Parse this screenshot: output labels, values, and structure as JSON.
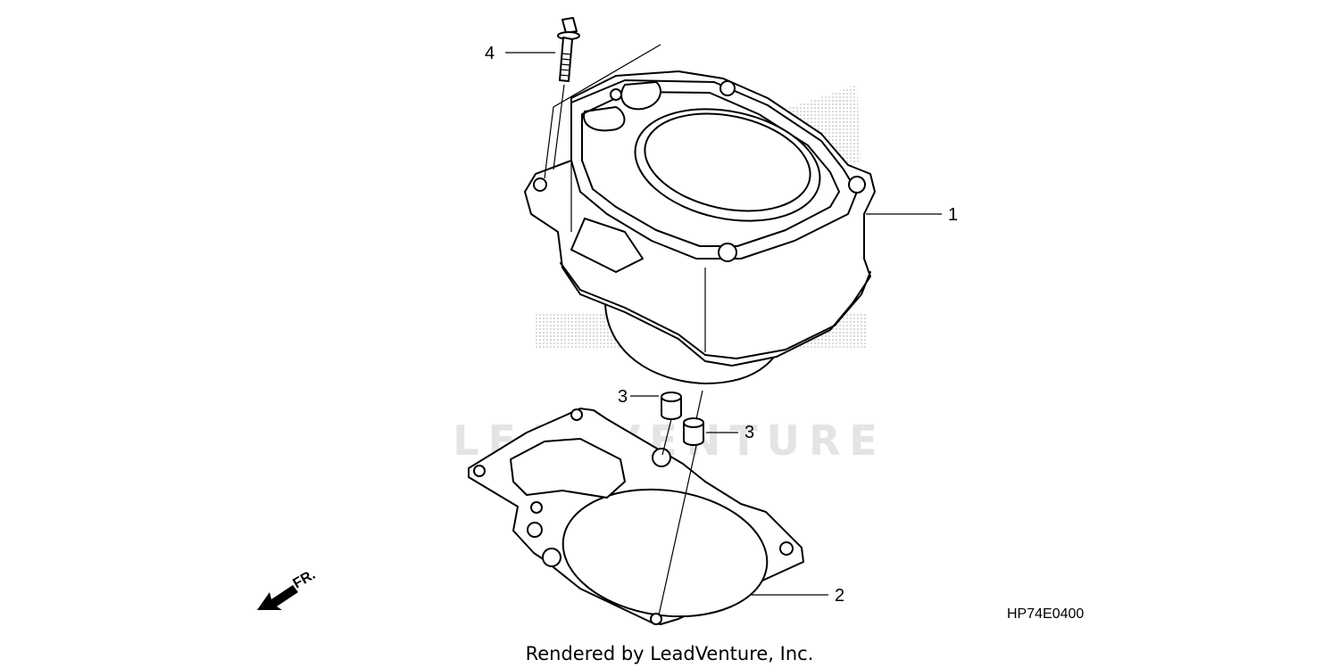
{
  "callouts": {
    "cylinder": "1",
    "gasket": "2",
    "dowel_pin_left": "3",
    "dowel_pin_right": "3",
    "bolt": "4"
  },
  "front_indicator": "FR.",
  "diagram_code": "HP74E0400",
  "watermark": "LEADVENTURE",
  "credit": "Rendered by LeadVenture, Inc.",
  "colors": {
    "line": "#000000",
    "watermark": "#e4e4e4",
    "logo_dots": "#bdbdbd"
  }
}
